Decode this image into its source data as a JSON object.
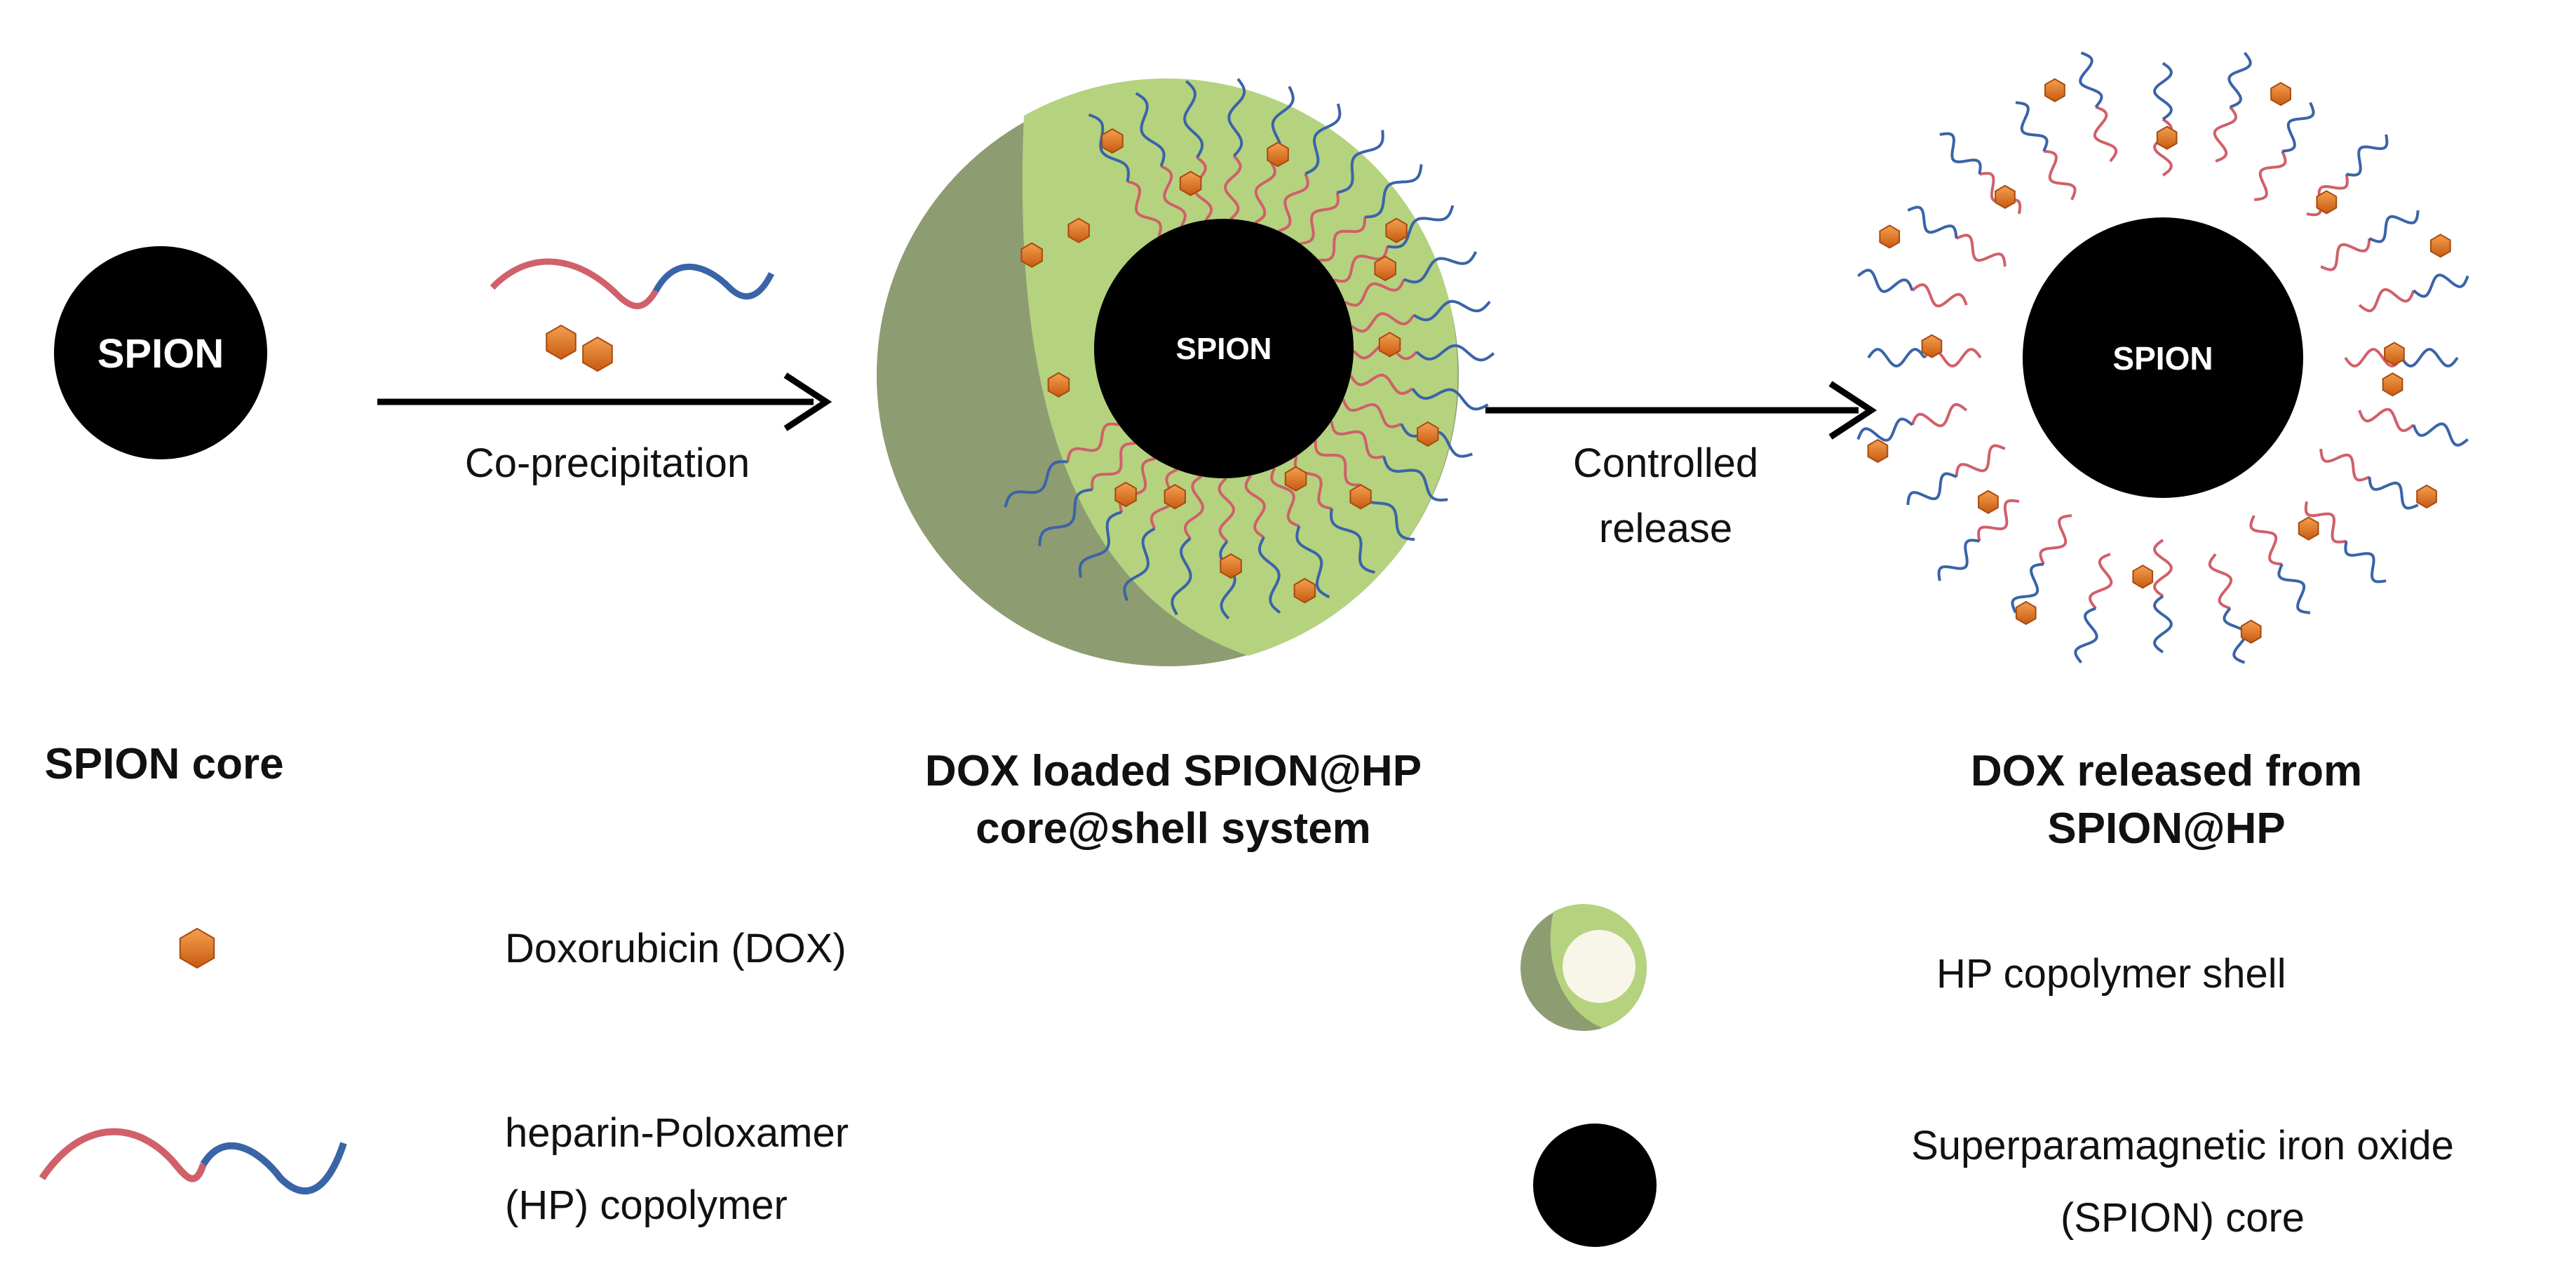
{
  "core_label": "SPION",
  "steps": {
    "step1": "Co-precipitation",
    "step2_line1": "Controlled",
    "step2_line2": "release"
  },
  "captions": {
    "core": "SPION core",
    "loaded_line1": "DOX loaded SPION@HP",
    "loaded_line2": "core@shell system",
    "released_line1": "DOX released from",
    "released_line2": "SPION@HP"
  },
  "legend": {
    "dox": "Doxorubicin (DOX)",
    "hp_line1": "heparin-Poloxamer",
    "hp_line2": "(HP) copolymer",
    "shell": "HP copolymer shell",
    "spion_line1": "Superparamagnetic iron oxide",
    "spion_line2": "(SPION) core"
  },
  "colors": {
    "heparin": "#d0606a",
    "poloxamer": "#3a64a8",
    "dox": "#e8731c",
    "shell_light": "#b5d27f",
    "shell_dark": "#8e9c72",
    "core": "#000000"
  }
}
